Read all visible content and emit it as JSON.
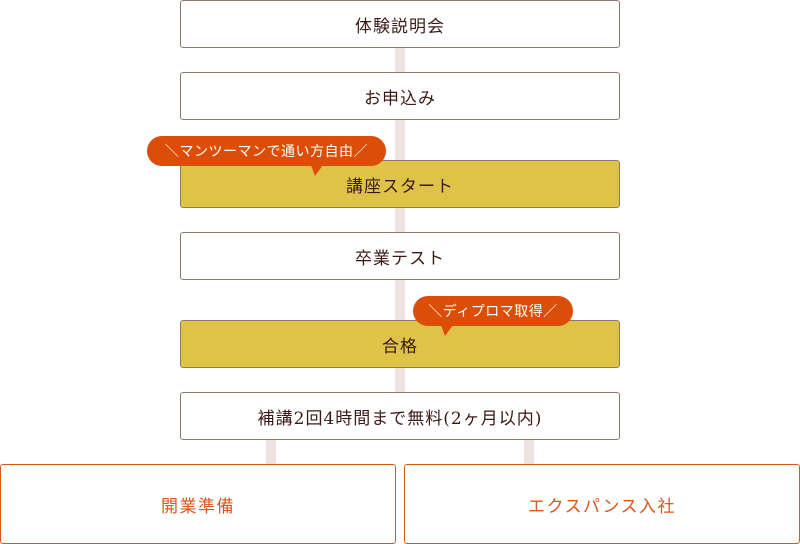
{
  "flow": {
    "steps": [
      {
        "label": "体験説明会",
        "style": "plain"
      },
      {
        "label": "お申込み",
        "style": "plain"
      },
      {
        "label": "講座スタート",
        "style": "highlight"
      },
      {
        "label": "卒業テスト",
        "style": "plain"
      },
      {
        "label": "合格",
        "style": "highlight"
      },
      {
        "label": "補講2回4時間まで無料(2ヶ月以内)",
        "style": "plain"
      }
    ],
    "callouts": [
      {
        "label": "＼マンツーマンで通い方自由／",
        "attached_to": "講座スタート"
      },
      {
        "label": "＼ディプロマ取得／",
        "attached_to": "合格"
      }
    ],
    "outcomes": [
      {
        "label": "開業準備"
      },
      {
        "label": "エクスパンス入社"
      }
    ]
  },
  "colors": {
    "step_border": "#907872",
    "step_text": "#3b1a14",
    "highlight_fill": "#dfc349",
    "callout_fill": "#dc4e08",
    "outcome_accent": "#d8571c",
    "connector": "#eee3e1"
  }
}
